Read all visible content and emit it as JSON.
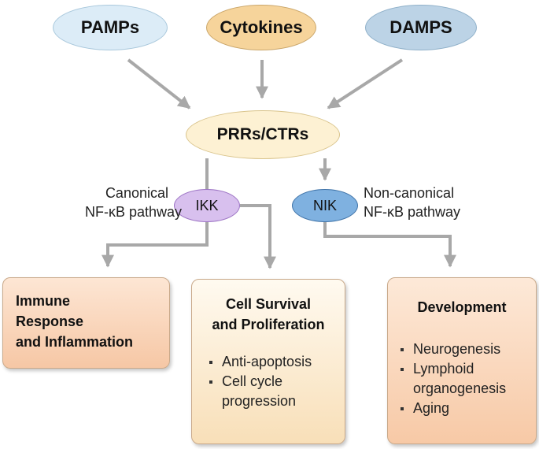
{
  "sources": {
    "pamps": "PAMPs",
    "cytokines": "Cytokines",
    "damps": "DAMPS"
  },
  "receptor": "PRRs/CTRs",
  "kinases": {
    "ikk": "IKK",
    "nik": "NIK"
  },
  "pathways": {
    "canonical": "Canonical\nNF-κB pathway",
    "noncanonical": "Non-canonical\nNF-κB pathway"
  },
  "outcomes": {
    "immune": {
      "title": "Immune\nResponse\nand Inflammation"
    },
    "survival": {
      "title": "Cell Survival\nand Proliferation",
      "items": [
        "Anti-apoptosis",
        "Cell cycle\nprogression"
      ]
    },
    "development": {
      "title": "Development",
      "items": [
        "Neurogenesis",
        "Lymphoid\norganogenesis",
        "Aging"
      ]
    }
  },
  "colors": {
    "arrow": "#a8a8a8",
    "ikk_fill": "#d8c0ee",
    "nik_fill": "#7fb1e0"
  }
}
